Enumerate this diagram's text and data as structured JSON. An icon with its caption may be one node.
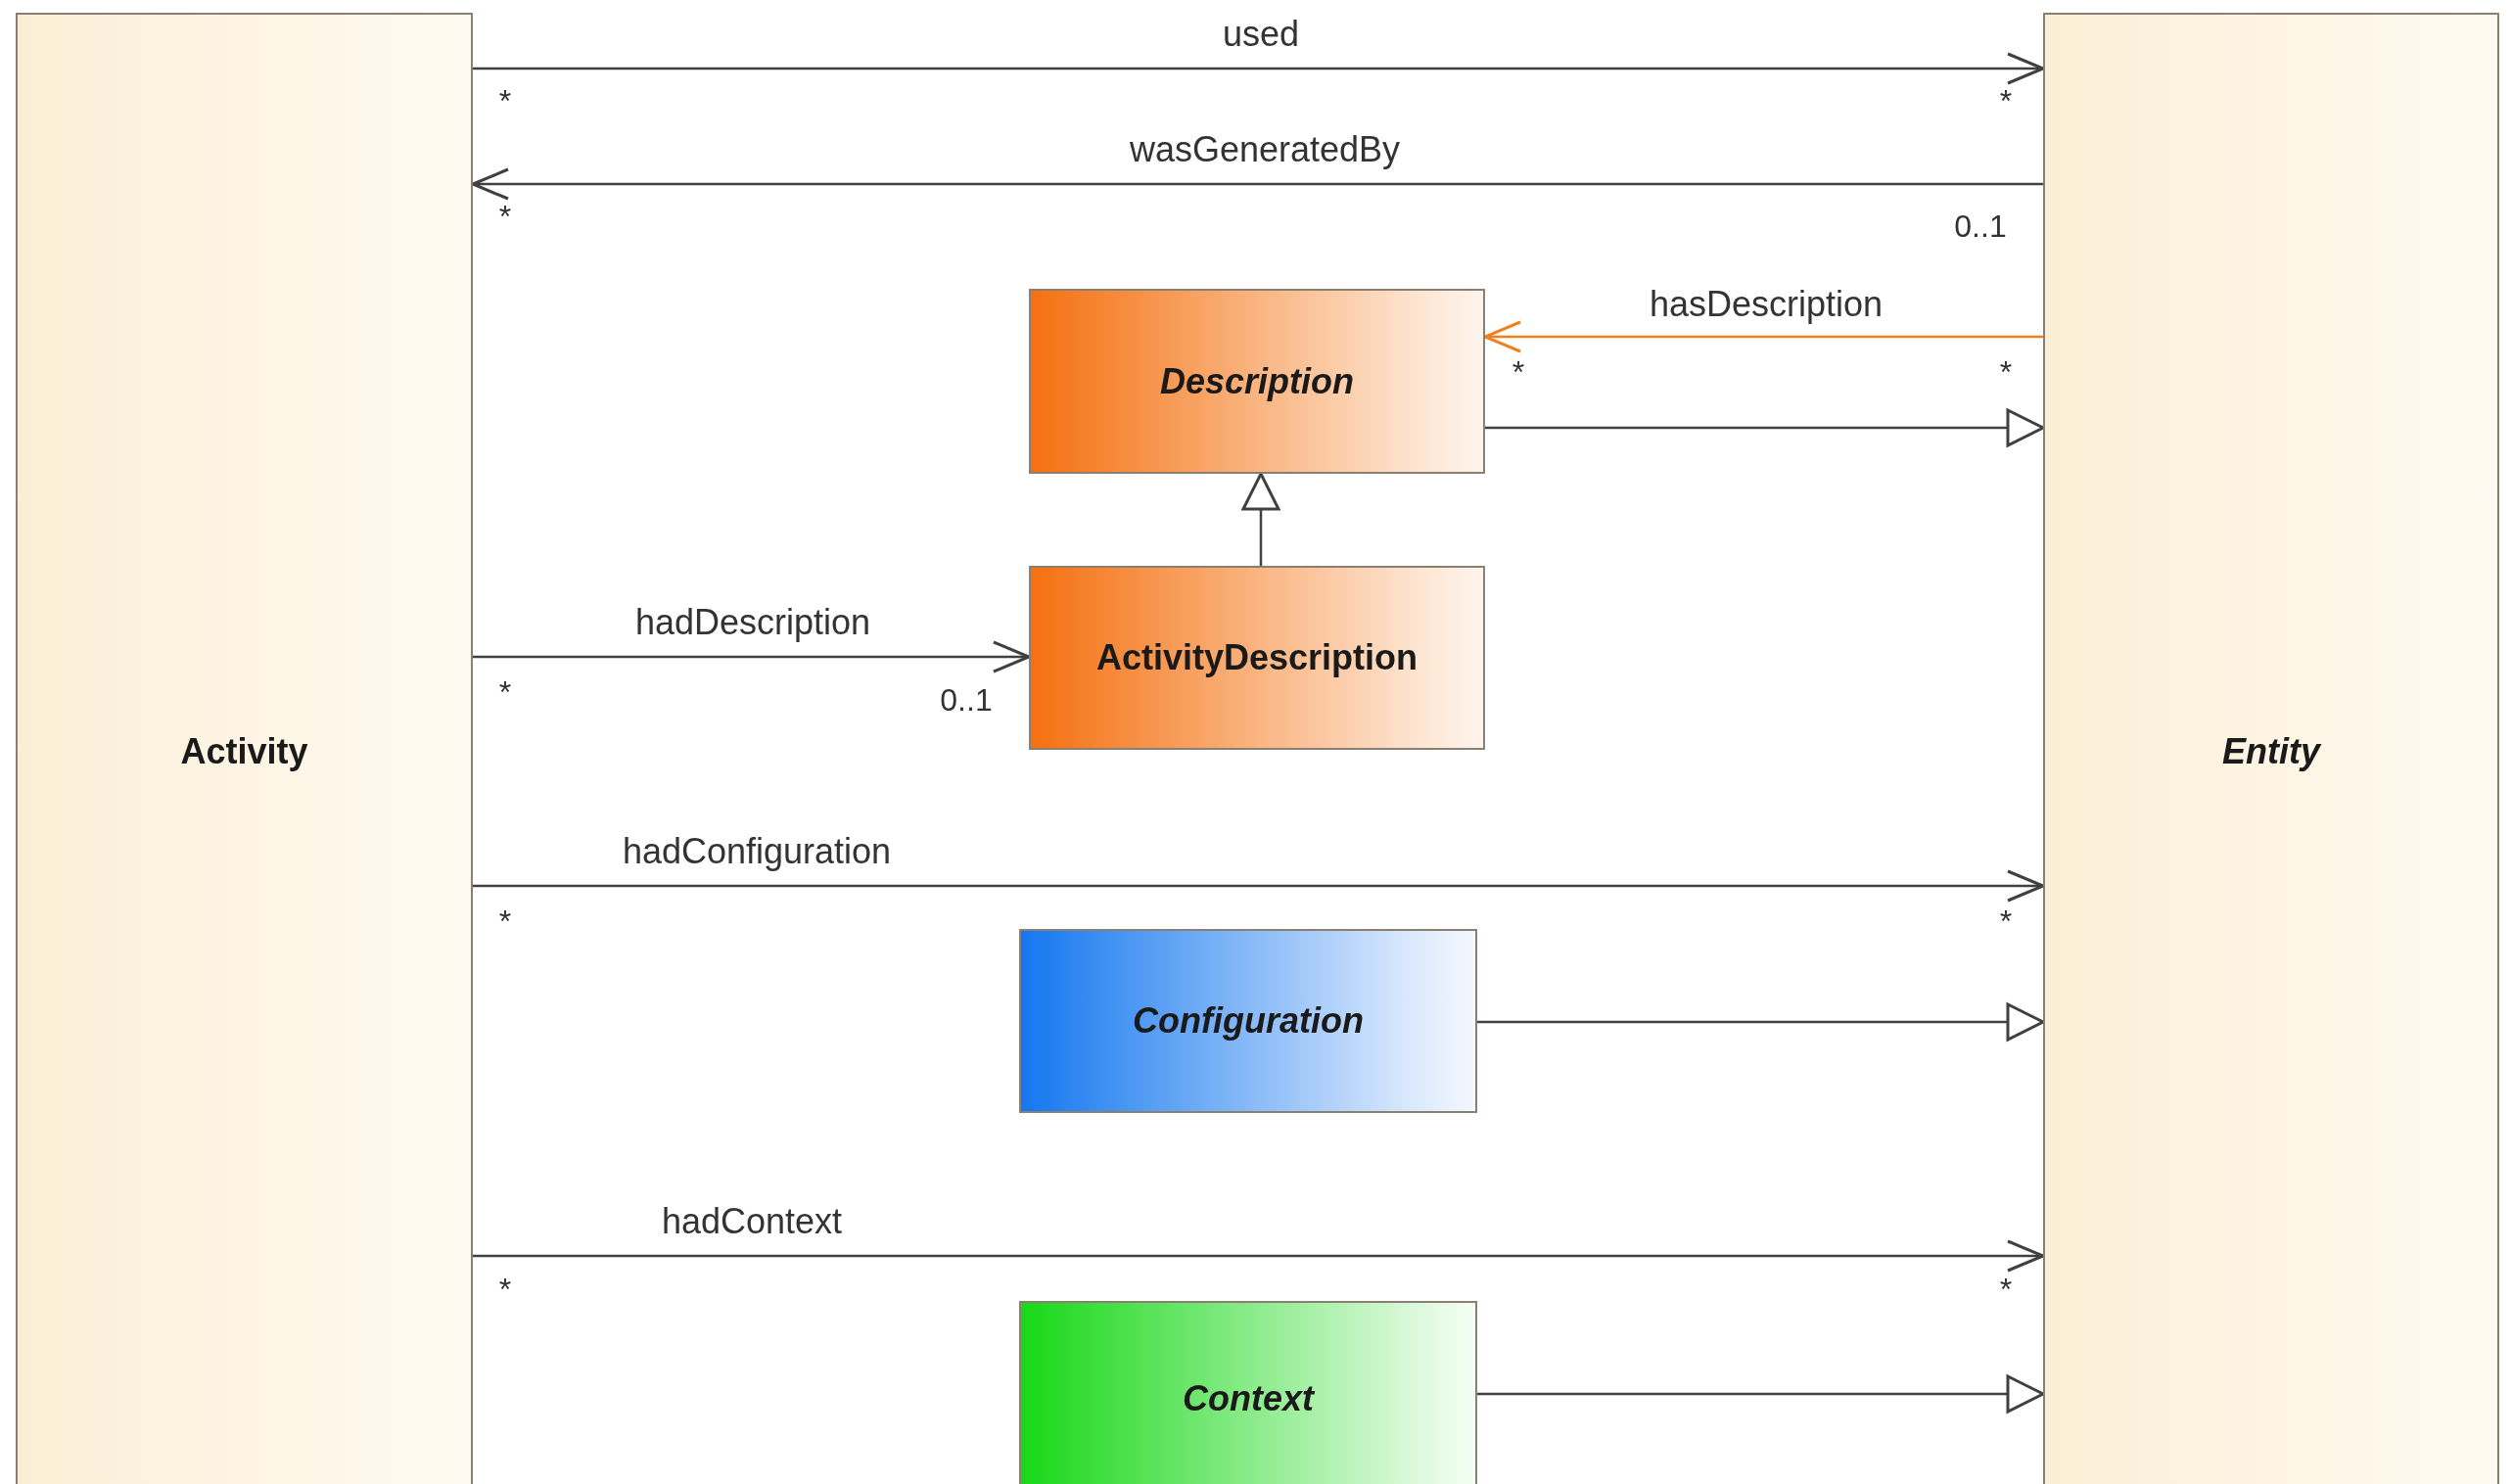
{
  "diagram": {
    "nodes": [
      {
        "text": [
          "Activity"
        ]
      },
      {
        "text": [
          "Entity"
        ]
      },
      {
        "text": [
          "Description"
        ]
      },
      {
        "text": [
          "ActivityDescription"
        ]
      },
      {
        "text": [
          "Configuration"
        ]
      },
      {
        "text": [
          "Context"
        ]
      }
    ],
    "edges": [
      {
        "from": 0,
        "to": 1,
        "arrow": "to",
        "label": "used"
      },
      {
        "from": 1,
        "to": 0,
        "arrow": "to",
        "label": "wasGeneratedBy"
      },
      {
        "from": 1,
        "to": 2,
        "arrow": "to",
        "label": "hasDescription",
        "color": "#f07f1e"
      },
      {
        "from": 2,
        "to": 1,
        "arrow": "to"
      },
      {
        "from": 3,
        "to": 2,
        "arrow": "to"
      },
      {
        "from": 0,
        "to": 3,
        "arrow": "to",
        "label": "hadDescription"
      },
      {
        "from": 0,
        "to": 1,
        "arrow": "to",
        "label": "hadConfiguration"
      },
      {
        "from": 4,
        "to": 1,
        "arrow": "to"
      },
      {
        "from": 0,
        "to": 1,
        "arrow": "to",
        "label": "hadContext"
      },
      {
        "from": 5,
        "to": 1,
        "arrow": "to"
      }
    ],
    "labels": [
      "*",
      "*",
      "*",
      "0..1",
      "*",
      "*",
      "*",
      "0..1",
      "*",
      "*",
      "*",
      "*"
    ]
  }
}
